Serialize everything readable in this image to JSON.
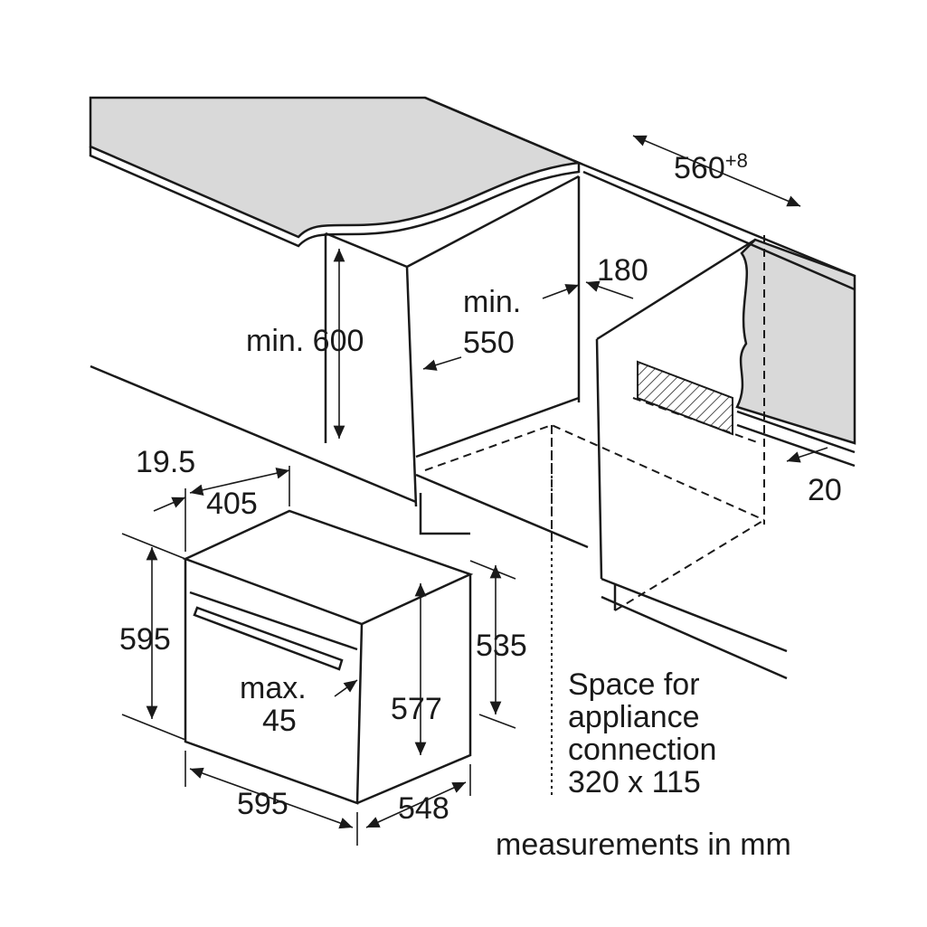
{
  "dimensions": {
    "cabinet_width": "560",
    "cabinet_width_tolerance": "+8",
    "rear_gap": "180",
    "min_depth_label": "min.",
    "min_depth_value": "550",
    "min_height": "min. 600",
    "front_offset": "19.5",
    "top_depth": "405",
    "oven_height": "595",
    "body_height": "535",
    "handle_label": "max.",
    "handle_value": "45",
    "inner_height": "577",
    "oven_width": "595",
    "oven_depth": "548",
    "side_gap": "20"
  },
  "connection_note": [
    "Space for",
    "appliance",
    "connection",
    "320 x 115"
  ],
  "units_note": "measurements in mm"
}
